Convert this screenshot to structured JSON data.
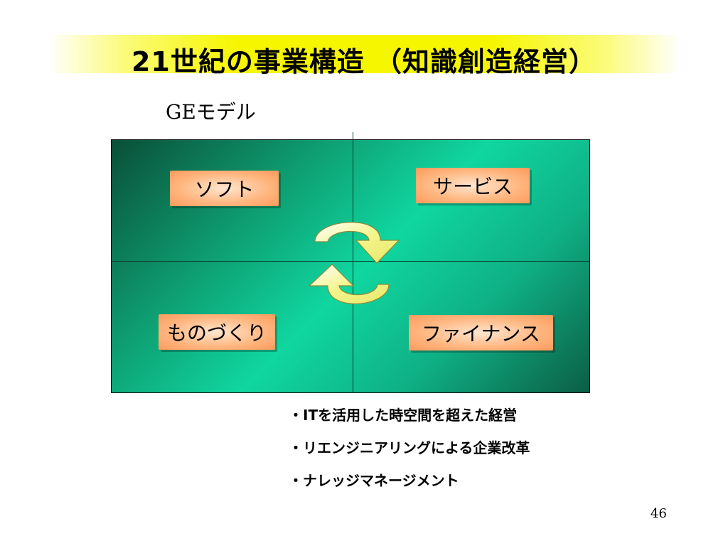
{
  "slide": {
    "title": "21世紀の事業構造 （知識創造経営）",
    "subtitle": "GEモデル",
    "quadrants": {
      "top_left": "ソフト",
      "top_right": "サービス",
      "bottom_left": "ものづくり",
      "bottom_right": "ファイナンス"
    },
    "bullets": [
      "・ITを活用した時空間を超えた経営",
      "・リエンジニアリングによる企業改革",
      "・ナレッジマネージメント"
    ],
    "page_number": "46"
  },
  "colors": {
    "title_band": "#f6f600",
    "quadrant_green": "#10d6a0",
    "label_orange": "#fb9a5c",
    "arrow_yellow": "#f4f48a"
  }
}
